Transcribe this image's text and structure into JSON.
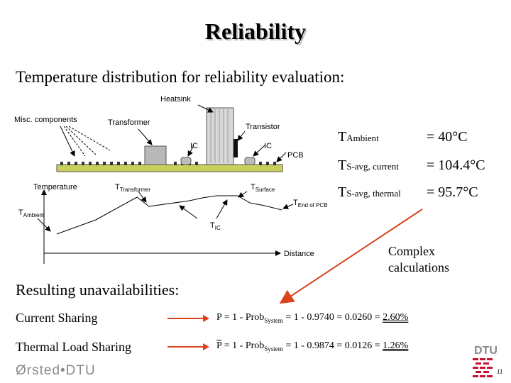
{
  "slide": {
    "title": "Reliability",
    "subtitle": "Temperature distribution for reliability evaluation:"
  },
  "diagram": {
    "labels": {
      "heatsink": "Heatsink",
      "misc": "Misc. components",
      "transformer": "Transformer",
      "transistor": "Transistor",
      "ic_left": "IC",
      "ic_right": "IC",
      "pcb": "PCB",
      "temperature": "Temperature",
      "t_transformer_main": "T",
      "t_transformer_sub": "Transformer",
      "t_surface_main": "T",
      "t_surface_sub": "Surface",
      "t_ambient_main": "T",
      "t_ambient_sub": "Ambient",
      "t_endpcb_main": "T",
      "t_endpcb_sub": "End of PCB",
      "t_ic_main": "T",
      "t_ic_sub": "IC",
      "distance": "Distance"
    }
  },
  "temperatures": [
    {
      "main": "T",
      "sub": "Ambient",
      "value": "= 40°C"
    },
    {
      "main": "T",
      "sub": "S-avg, current",
      "value": "= 104.4°C"
    },
    {
      "main": "T",
      "sub": "S-avg, thermal",
      "value": "= 95.7°C"
    }
  ],
  "callout": {
    "line1": "Complex",
    "line2": "calculations"
  },
  "results": {
    "heading": "Resulting unavailabilities:",
    "rows": [
      {
        "label": "Current Sharing",
        "p": "P",
        "eq1": " = 1 - Prob",
        "sub": "System",
        "eq2": " = 1 - 0.9740 = 0.0260 = ",
        "result": "2.60%"
      },
      {
        "label": "Thermal Load Sharing",
        "p": "P",
        "eq1": " = 1 - Prob",
        "sub": "System",
        "eq2": " = 1 - 0.9874 = 0.0126 = ",
        "result": "1.26%"
      }
    ]
  },
  "footer": {
    "logo": "Ørsted•DTU",
    "dtu": "DTU",
    "page": "11"
  },
  "colors": {
    "arrow": "#d9441c",
    "dtu_red": "#c8102e",
    "footer_gray": "#8a8a8a"
  }
}
